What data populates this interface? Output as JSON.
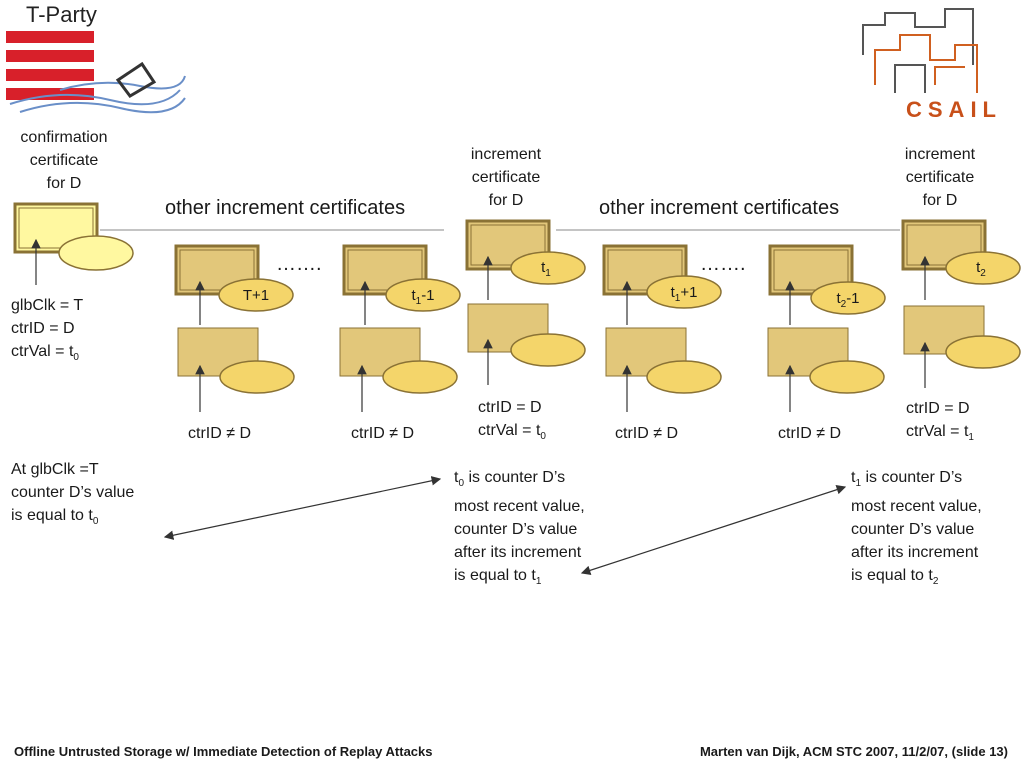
{
  "logo": {
    "left": "T-Party",
    "right": "CSAIL"
  },
  "labels": {
    "confirmation_cert": [
      "confirmation",
      "certificate",
      "for D"
    ],
    "increment_cert_1": [
      "increment",
      "certificate",
      "for D"
    ],
    "increment_cert_2": [
      "increment",
      "certificate",
      "for D"
    ],
    "other_1": "other increment certificates",
    "other_2": "other increment certificates",
    "dots": "…….",
    "left_block": [
      "glbClk = T",
      "ctrID = D",
      "ctrVal = t"
    ],
    "left_block_sub": "0",
    "ctr_ne": "ctrID ≠ D",
    "mid_block": [
      "ctrID = D",
      "ctrVal = t"
    ],
    "mid_block_sub": "0",
    "right_block": [
      "ctrID = D",
      "ctrVal = t"
    ],
    "right_block_sub": "1"
  },
  "ellipses": {
    "t1": "t",
    "t1_sub": "1",
    "T_plus_1": "T+1",
    "t1_minus": "t",
    "t1_minus_sub": "1",
    "t1_minus_rest": "-1",
    "t1_plus": "t",
    "t1_plus_sub": "1",
    "t1_plus_rest": "+1",
    "t2_minus": "t",
    "t2_minus_sub": "2",
    "t2_minus_rest": "-1",
    "t2": "t",
    "t2_sub": "2"
  },
  "notes": {
    "left": [
      "At glbClk =T",
      "counter D’s value",
      "is equal to t"
    ],
    "left_sub": "0",
    "mid_first_a": "t",
    "mid_first_sub": "0",
    "mid_first_b": " is  counter D’s",
    "mid": [
      "most recent value,",
      "counter D’s value",
      "after its increment",
      "is equal to t"
    ],
    "mid_sub": "1",
    "right_first_a": "t",
    "right_first_sub": "1",
    "right_first_b": " is  counter D’s",
    "right": [
      "most recent value,",
      "counter D’s value",
      "after its increment",
      "is equal to t"
    ],
    "right_sub": "2"
  },
  "footer": {
    "left": "Offline Untrusted Storage w/ Immediate Detection of Replay Attacks",
    "right": "Marten van Dijk, ACM STC 2007, 11/2/07, (slide 13)"
  },
  "colors": {
    "cert_fill": "#e2c77a",
    "cert_border": "#8a7235",
    "confirmation_fill": "#fff8a0",
    "ellipse_fill": "#f4d56a",
    "stripe_red": "#d8202a",
    "csail_orange": "#c8501a"
  }
}
